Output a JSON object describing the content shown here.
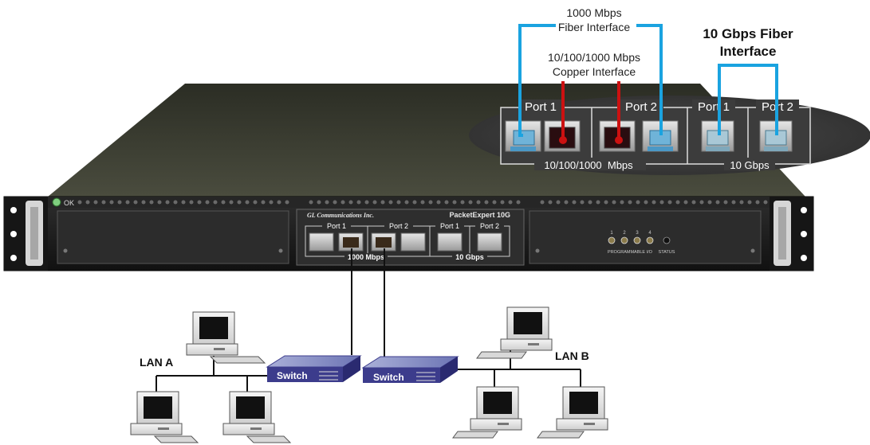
{
  "callouts": {
    "fiber_1000_line1": "1000 Mbps",
    "fiber_1000_line2": "Fiber Interface",
    "copper_line1": "10/100/1000 Mbps",
    "copper_line2": "Copper Interface",
    "fiber_10g_line1": "10 Gbps Fiber",
    "fiber_10g_line2": "Interface"
  },
  "zoom_panel": {
    "port1_1g": "Port 1",
    "port2_1g": "Port 2",
    "port1_10g": "Port 1",
    "port2_10g": "Port 2",
    "speed_1g": "10/100/1000  Mbps",
    "speed_10g": "10 Gbps"
  },
  "chassis": {
    "ok_label": "OK",
    "vendor": "GL Communications Inc.",
    "product": "PacketExpert 10G",
    "port1_1g": "Port 1",
    "port2_1g": "Port 2",
    "port1_10g": "Port 1",
    "port2_10g": "Port 2",
    "speed_1g": "1000 Mbps",
    "speed_10g": "10 Gbps",
    "io_numbers": [
      "1",
      "2",
      "3",
      "4"
    ],
    "io_label": "PROGRAMMABLE I/O",
    "status_label": "STATUS"
  },
  "network": {
    "lan_a": "LAN A",
    "lan_b": "LAN B",
    "switch_a": "Switch",
    "switch_b": "Switch"
  },
  "colors": {
    "fiber_line": "#1aa3e0",
    "copper_line": "#cc1111",
    "chassis_top": "#3a3d30",
    "chassis_front": "#1c1c1c",
    "switch_body": "#3c3c8c"
  }
}
